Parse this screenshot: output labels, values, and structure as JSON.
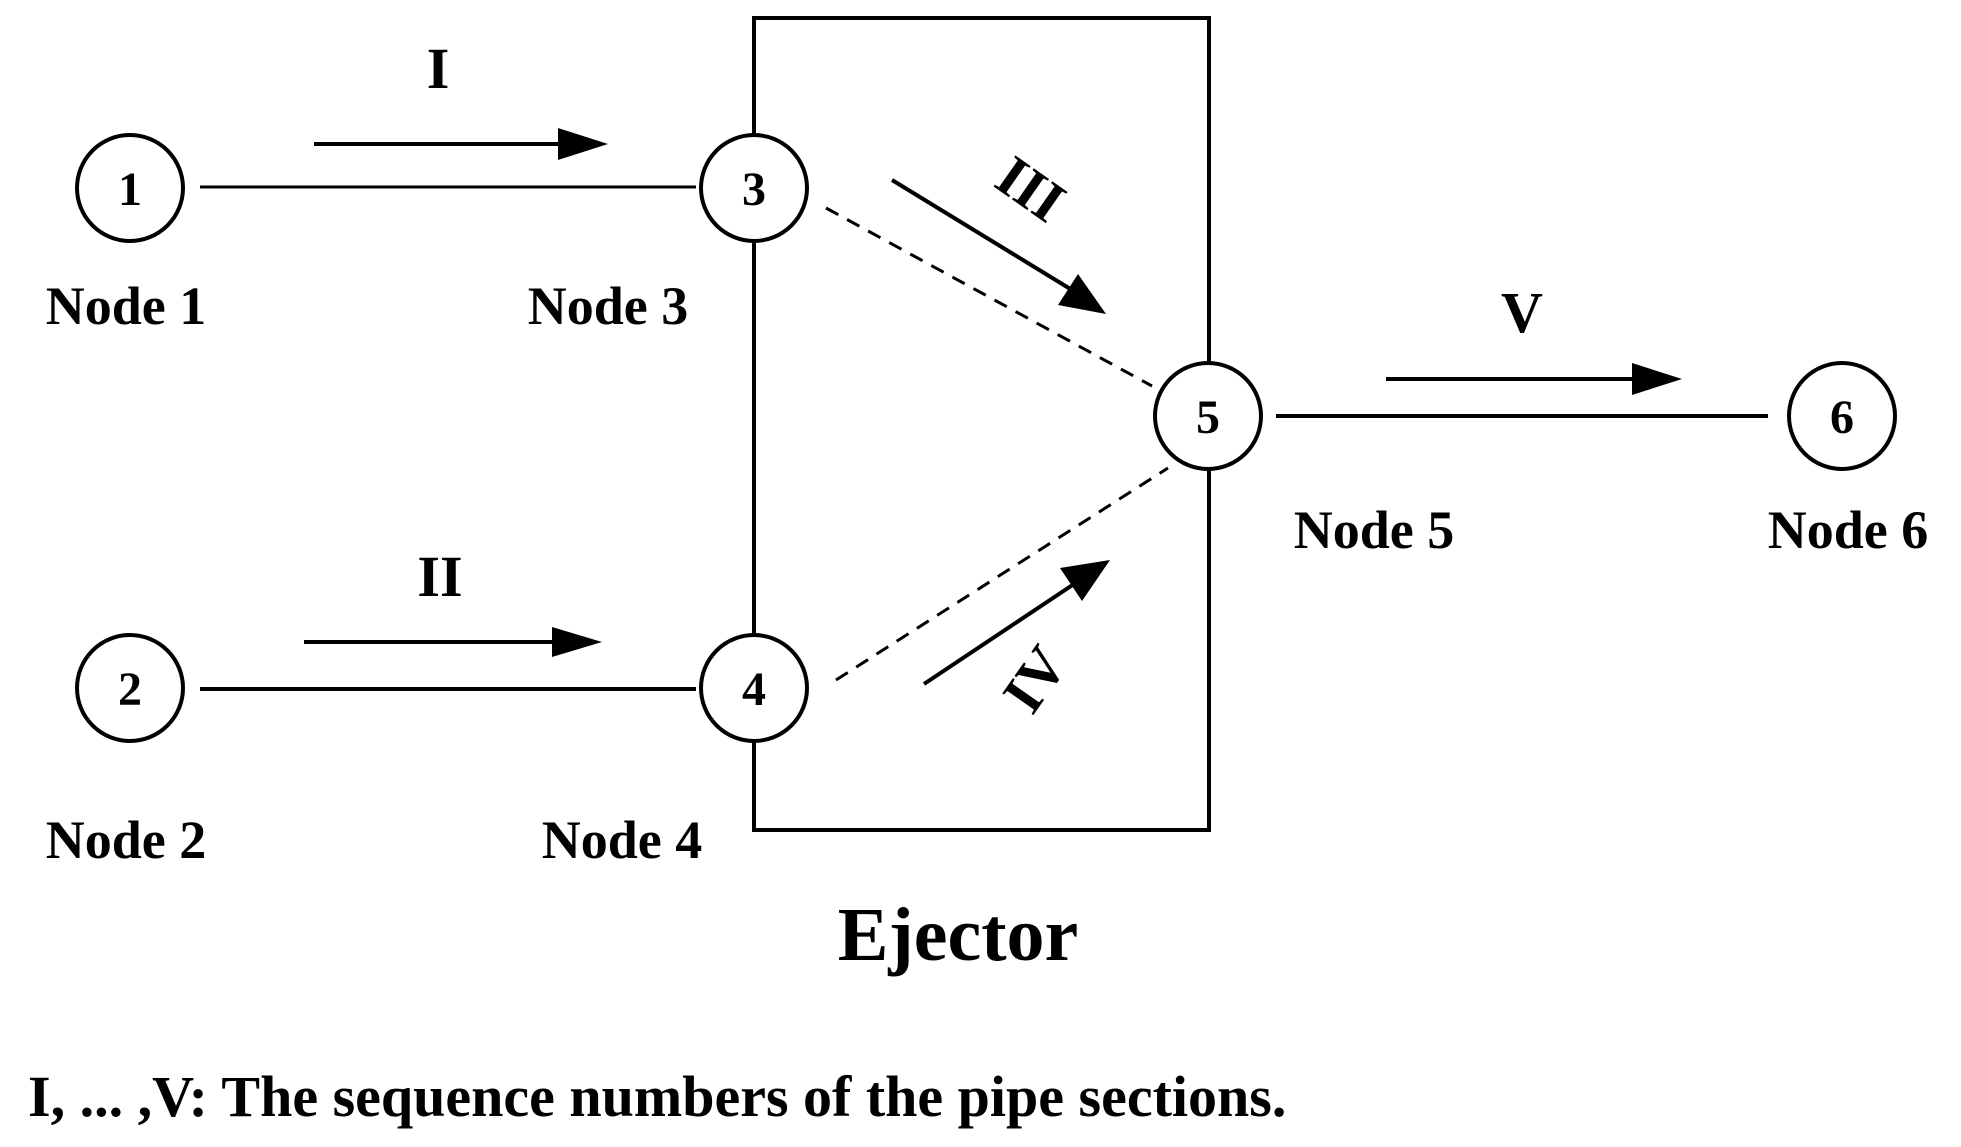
{
  "diagram": {
    "title": "Ejector",
    "caption": "I, ... ,V: The sequence numbers of the pipe sections.",
    "nodes": [
      {
        "number": "1",
        "label": "Node 1"
      },
      {
        "number": "2",
        "label": "Node 2"
      },
      {
        "number": "3",
        "label": "Node 3"
      },
      {
        "number": "4",
        "label": "Node 4"
      },
      {
        "number": "5",
        "label": "Node 5"
      },
      {
        "number": "6",
        "label": "Node 6"
      }
    ],
    "sections": [
      {
        "numeral": "I",
        "from": "1",
        "to": "3",
        "line": "solid"
      },
      {
        "numeral": "II",
        "from": "2",
        "to": "4",
        "line": "solid"
      },
      {
        "numeral": "III",
        "from": "3",
        "to": "5",
        "line": "dashed"
      },
      {
        "numeral": "IV",
        "from": "4",
        "to": "5",
        "line": "dashed"
      },
      {
        "numeral": "V",
        "from": "5",
        "to": "6",
        "line": "solid"
      }
    ],
    "colors": {
      "stroke": "#000000",
      "background": "#ffffff"
    }
  }
}
